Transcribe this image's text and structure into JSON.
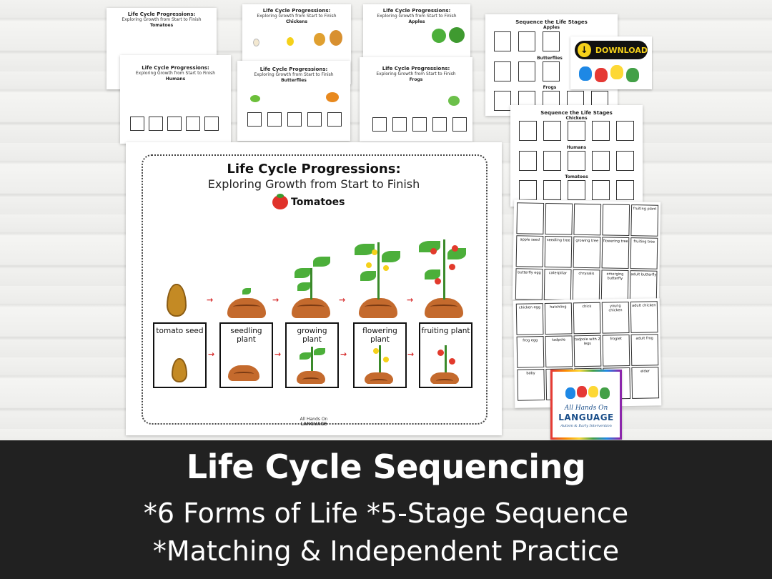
{
  "worksheet": {
    "title": "Life Cycle Progressions:",
    "subtitle": "Exploring Growth from Start to Finish",
    "topic": "Tomatoes",
    "stages": [
      "tomato seed",
      "seedling plant",
      "growing plant",
      "flowering plant",
      "fruiting plant"
    ],
    "brand_line1": "All Hands On",
    "brand_line2": "LANGUAGE"
  },
  "thumbnails": {
    "title": "Life Cycle Progressions:",
    "subtitle": "Exploring Growth from Start to Finish",
    "topics": [
      "Tomatoes",
      "Chickens",
      "Apples",
      "Humans",
      "Butterflies",
      "Frogs"
    ]
  },
  "sequence_sheets": {
    "title": "Sequence the Life Stages",
    "sheet1_rows": [
      "Apples",
      "Butterflies",
      "Frogs"
    ],
    "sheet2_rows": [
      "Chickens",
      "Humans",
      "Tomatoes"
    ]
  },
  "cards_sheet_1": {
    "rows": [
      [
        "",
        "",
        "",
        "",
        "fruiting plant"
      ],
      [
        "apple seed",
        "seedling tree",
        "growing tree",
        "flowering tree",
        "fruiting tree"
      ],
      [
        "butterfly egg",
        "caterpillar",
        "chrysalis",
        "emerging butterfly",
        "adult butterfly"
      ]
    ]
  },
  "cards_sheet_2": {
    "rows": [
      [
        "chicken egg",
        "hatchling",
        "chick",
        "young chicken",
        "adult chicken"
      ],
      [
        "frog egg",
        "tadpole",
        "tadpole with 2 legs",
        "froglet",
        "adult frog"
      ],
      [
        "baby",
        "",
        "",
        "",
        "elder"
      ]
    ]
  },
  "download": {
    "label": "DOWNLOAD"
  },
  "logo": {
    "line1": "All Hands On",
    "line2": "LANGUAGE",
    "line3": "Autism & Early Intervention"
  },
  "banner": {
    "title": "Life Cycle Sequencing",
    "line1": "*6 Forms of Life *5-Stage Sequence",
    "line2": "*Matching & Independent Practice"
  },
  "colors": {
    "banner_bg": "#212121",
    "arrow": "#d62a2a",
    "download_yellow": "#f5d11a"
  }
}
